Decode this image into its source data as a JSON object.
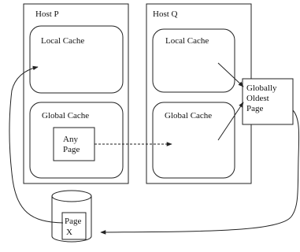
{
  "hosts": {
    "p": {
      "title": "Host P",
      "local_cache": "Local Cache",
      "global_cache": "Global Cache",
      "page_line1": "Any",
      "page_line2": "Page"
    },
    "q": {
      "title": "Host Q",
      "local_cache": "Local Cache",
      "global_cache": "Global Cache"
    }
  },
  "oldest_page": {
    "line1": "Globally",
    "line2": "Oldest",
    "line3": "Page"
  },
  "disk": {
    "page_line1": "Page",
    "page_line2": "X"
  }
}
